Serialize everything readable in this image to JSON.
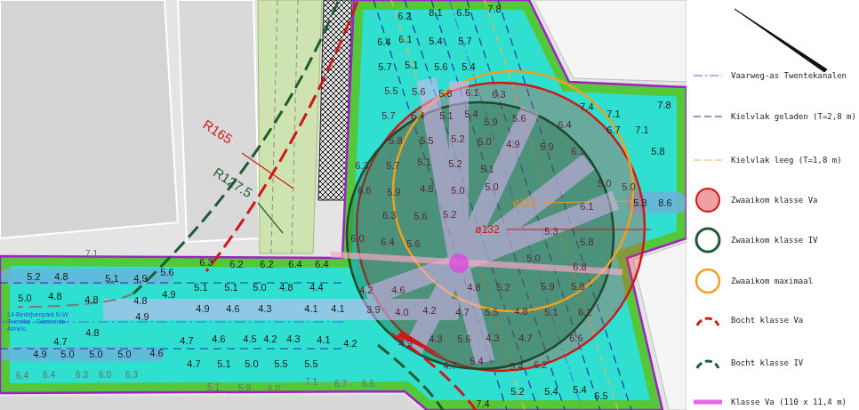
{
  "diagram": {
    "labels": [
      "6.2",
      "8.1",
      "6.5",
      "7.8",
      "6.4",
      "6.1",
      "5.4",
      "5.7",
      "5.7",
      "5.1",
      "5.6",
      "5.4",
      "5.5",
      "5.6",
      "5.3",
      "6.1",
      "6.3",
      "7.4",
      "7.1",
      "7.8",
      "6.7",
      "7.1",
      "5.8",
      "5.3",
      "8.6",
      "5.7",
      "5.4",
      "5.1",
      "5.4",
      "5.9",
      "5.6",
      "6.4",
      "5.8",
      "5.5",
      "5.2",
      "5.0",
      "4.9",
      "5.9",
      "6.1",
      "6.3",
      "5.7",
      "5.1",
      "5.2",
      "5.1",
      "5.0",
      "5.0",
      "6.6",
      "5.9",
      "4.8",
      "5.0",
      "5.0",
      "6.1",
      "6.3",
      "5.6",
      "5.2",
      "5.3",
      "5.8",
      "6.0",
      "6.4",
      "5.6",
      "5.0",
      "6.8",
      "4.2",
      "4.6",
      "4.8",
      "5.2",
      "5.9",
      "5.8",
      "3.9",
      "4.0",
      "4.2",
      "4.7",
      "5.5",
      "4.8",
      "5.1",
      "6.2",
      "4.9",
      "4.3",
      "5.6",
      "4.3",
      "4.7",
      "6.6",
      "4.7",
      "5.4",
      "5.4",
      "6.2",
      "5.2",
      "5.4",
      "5.4",
      "6.5",
      "7.4",
      "7.1",
      "5.2",
      "4.8",
      "5.1",
      "4.9",
      "5.6",
      "6.3",
      "6.2",
      "6.2",
      "6.4",
      "6.4",
      "5.0",
      "4.8",
      "4.8",
      "4.8",
      "4.9",
      "5.1",
      "5.1",
      "5.0",
      "4.8",
      "4.4",
      "4.9",
      "4.9",
      "4.6",
      "4.3",
      "4.1",
      "4.1",
      "4.7",
      "4.8",
      "4.7",
      "4.6",
      "4.5",
      "4.2",
      "4.3",
      "4.1",
      "4.2",
      "4.9",
      "5.0",
      "5.0",
      "5.0",
      "4.6",
      "4.7",
      "5.1",
      "5.0",
      "5.5",
      "5.5",
      "6.4",
      "6.4",
      "6.3",
      "6.0",
      "6.3",
      "5.1",
      "5.9",
      "6.0",
      "7.1",
      "6.7",
      "6.5",
      "R165",
      "R127.5",
      "ø115",
      "ø132",
      "14-Bedrijvenpark N-W Twenthe - Gemeente Almelo"
    ],
    "legend": [
      {
        "text": "Vaarweg-as Twentekanalen"
      },
      {
        "text": "Kielvlak geladen (T=2,8 m)"
      },
      {
        "text": "Kielvlak leeg (T=1,8 m)"
      },
      {
        "text": "Zwaaikom klasse Va"
      },
      {
        "text": "Zwaaikom klasse IV"
      },
      {
        "text": "Zwaaikom maximaal"
      },
      {
        "text": "Bocht klasse Va"
      },
      {
        "text": "Bocht klasse IV"
      },
      {
        "text": "Klasse Va (110 x 11,4 m)"
      }
    ]
  }
}
